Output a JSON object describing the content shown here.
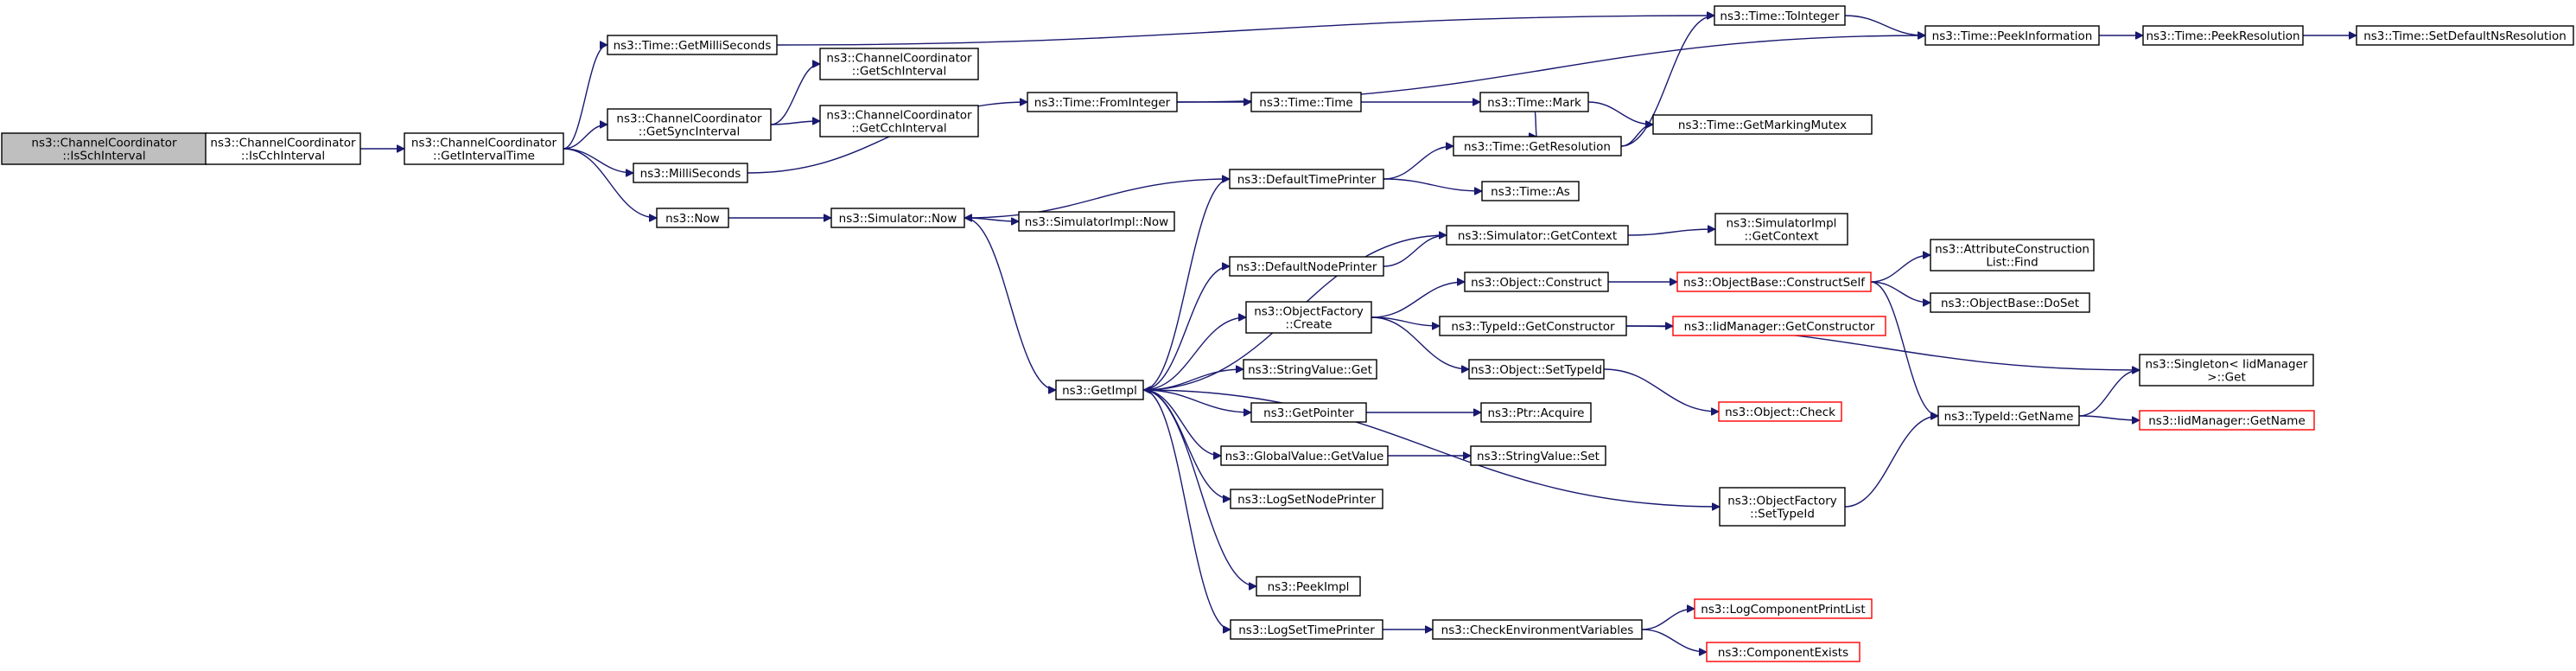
{
  "nodes": {
    "isSch": [
      "ns3::ChannelCoordinator",
      "::IsSchInterval"
    ],
    "isCch": [
      "ns3::ChannelCoordinator",
      "::IsCchInterval"
    ],
    "getIntervalTime": [
      "ns3::ChannelCoordinator",
      "::GetIntervalTime"
    ],
    "getMilliSeconds": [
      "ns3::Time::GetMilliSeconds"
    ],
    "getSyncInterval": [
      "ns3::ChannelCoordinator",
      "::GetSyncInterval"
    ],
    "getSchInterval": [
      "ns3::ChannelCoordinator",
      "::GetSchInterval"
    ],
    "getCchInterval": [
      "ns3::ChannelCoordinator",
      "::GetCchInterval"
    ],
    "milliSeconds": [
      "ns3::MilliSeconds"
    ],
    "now": [
      "ns3::Now"
    ],
    "simNow": [
      "ns3::Simulator::Now"
    ],
    "simImplNow": [
      "ns3::SimulatorImpl::Now"
    ],
    "toInteger": [
      "ns3::Time::ToInteger"
    ],
    "peekInformation": [
      "ns3::Time::PeekInformation"
    ],
    "peekResolution": [
      "ns3::Time::PeekResolution"
    ],
    "setDefaultNsResolution": [
      "ns3::Time::SetDefaultNsResolution"
    ],
    "fromInteger": [
      "ns3::Time::FromInteger"
    ],
    "timeTime": [
      "ns3::Time::Time"
    ],
    "timeMark": [
      "ns3::Time::Mark"
    ],
    "getMarkingMutex": [
      "ns3::Time::GetMarkingMutex"
    ],
    "getResolution": [
      "ns3::Time::GetResolution"
    ],
    "defaultTimePrinter": [
      "ns3::DefaultTimePrinter"
    ],
    "timeAs": [
      "ns3::Time::As"
    ],
    "simGetContext": [
      "ns3::Simulator::GetContext"
    ],
    "simImplGetContext": [
      "ns3::SimulatorImpl",
      "::GetContext"
    ],
    "defaultNodePrinter": [
      "ns3::DefaultNodePrinter"
    ],
    "objectConstruct": [
      "ns3::Object::Construct"
    ],
    "constructSelf": [
      "ns3::ObjectBase::ConstructSelf"
    ],
    "attrListFind": [
      "ns3::AttributeConstruction",
      "List::Find"
    ],
    "doSet": [
      "ns3::ObjectBase::DoSet"
    ],
    "objFactoryCreate": [
      "ns3::ObjectFactory",
      "::Create"
    ],
    "typeIdGetConstructor": [
      "ns3::TypeId::GetConstructor"
    ],
    "iidGetConstructor": [
      "ns3::IidManager::GetConstructor"
    ],
    "objectSetTypeId": [
      "ns3::Object::SetTypeId"
    ],
    "singletonGet": [
      "ns3::Singleton< IidManager",
      " >::Get"
    ],
    "stringValueGet": [
      "ns3::StringValue::Get"
    ],
    "getImpl": [
      "ns3::GetImpl"
    ],
    "getPointer": [
      "ns3::GetPointer"
    ],
    "ptrAcquire": [
      "ns3::Ptr::Acquire"
    ],
    "objectCheck": [
      "ns3::Object::Check"
    ],
    "typeIdGetName": [
      "ns3::TypeId::GetName"
    ],
    "iidGetName": [
      "ns3::IidManager::GetName"
    ],
    "globalValueGetValue": [
      "ns3::GlobalValue::GetValue"
    ],
    "stringValueSet": [
      "ns3::StringValue::Set"
    ],
    "logSetNodePrinter": [
      "ns3::LogSetNodePrinter"
    ],
    "objFactorySetTypeId": [
      "ns3::ObjectFactory",
      "::SetTypeId"
    ],
    "peekImpl": [
      "ns3::PeekImpl"
    ],
    "logSetTimePrinter": [
      "ns3::LogSetTimePrinter"
    ],
    "checkEnvVars": [
      "ns3::CheckEnvironmentVariables"
    ],
    "logComponentPrintList": [
      "ns3::LogComponentPrintList"
    ],
    "componentExists": [
      "ns3::ComponentExists"
    ]
  },
  "styles": {
    "highlighted_node": "isSch",
    "truncated_nodes": [
      "constructSelf",
      "iidGetConstructor",
      "objectCheck",
      "iidGetName",
      "logComponentPrintList",
      "componentExists"
    ],
    "colors": {
      "edge": "#191970",
      "highlight_fill": "#bfbfbf",
      "truncated_border": "#ff0000",
      "border": "#000000"
    }
  }
}
